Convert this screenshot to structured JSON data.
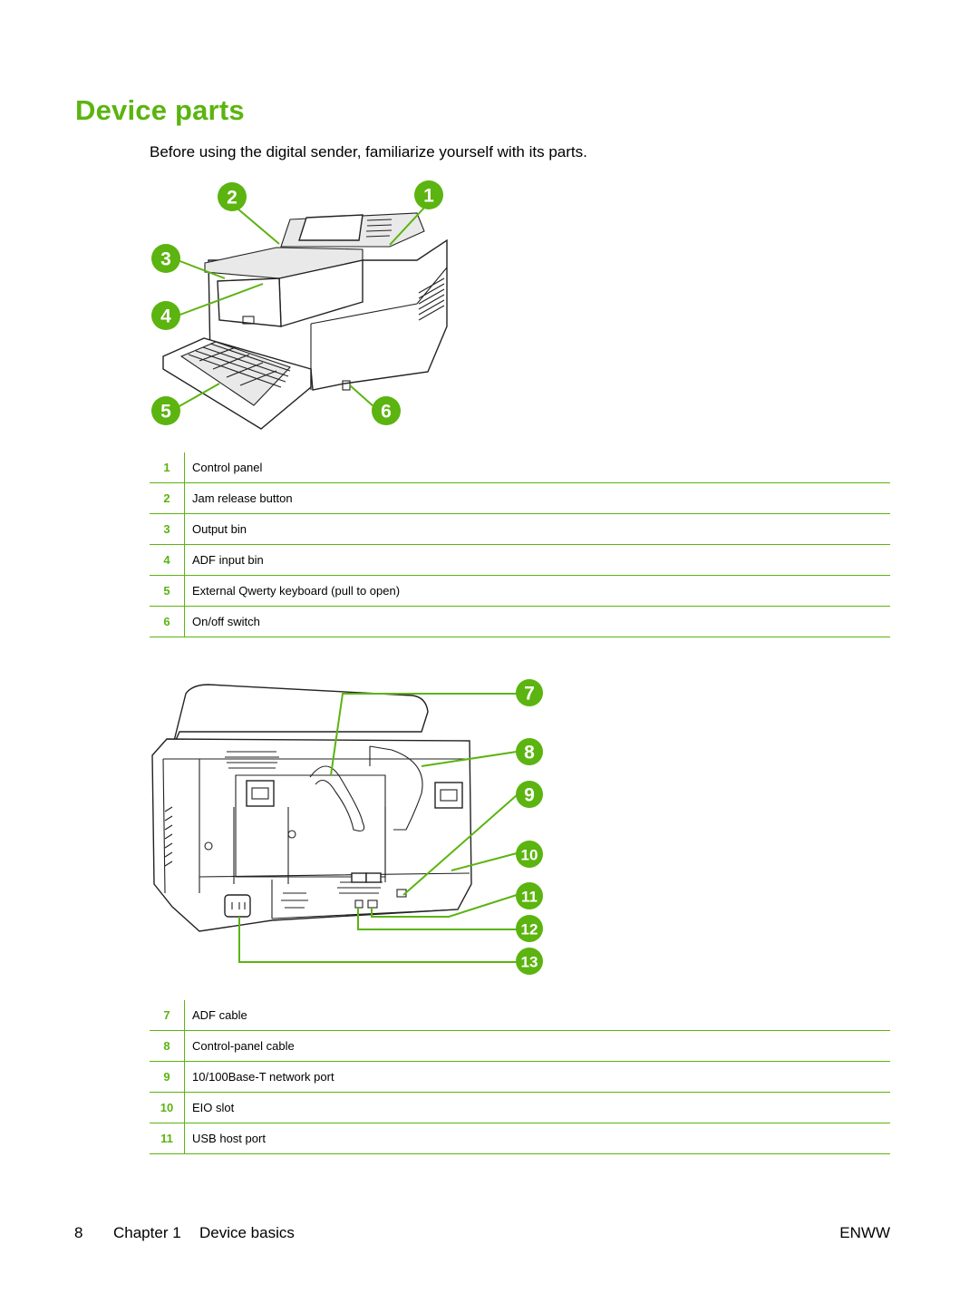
{
  "page": {
    "title": "Device parts",
    "intro": "Before using the digital sender, familiarize yourself with its parts."
  },
  "figure_front": {
    "callouts": [
      "1",
      "2",
      "3",
      "4",
      "5",
      "6"
    ]
  },
  "table_front": {
    "rows": [
      {
        "num": "1",
        "label": "Control panel"
      },
      {
        "num": "2",
        "label": "Jam release button"
      },
      {
        "num": "3",
        "label": "Output bin"
      },
      {
        "num": "4",
        "label": "ADF input bin"
      },
      {
        "num": "5",
        "label": "External Qwerty keyboard (pull to open)"
      },
      {
        "num": "6",
        "label": "On/off switch"
      }
    ]
  },
  "figure_back": {
    "callouts": [
      "7",
      "8",
      "9",
      "10",
      "11",
      "12",
      "13"
    ]
  },
  "table_back": {
    "rows": [
      {
        "num": "7",
        "label": "ADF cable"
      },
      {
        "num": "8",
        "label": "Control-panel cable"
      },
      {
        "num": "9",
        "label": "10/100Base-T network port"
      },
      {
        "num": "10",
        "label": "EIO slot"
      },
      {
        "num": "11",
        "label": "USB host port"
      }
    ]
  },
  "footer": {
    "page_number": "8",
    "chapter": "Chapter 1",
    "section": "Device basics",
    "brand": "ENWW"
  },
  "colors": {
    "accent": "#5bb40f"
  }
}
